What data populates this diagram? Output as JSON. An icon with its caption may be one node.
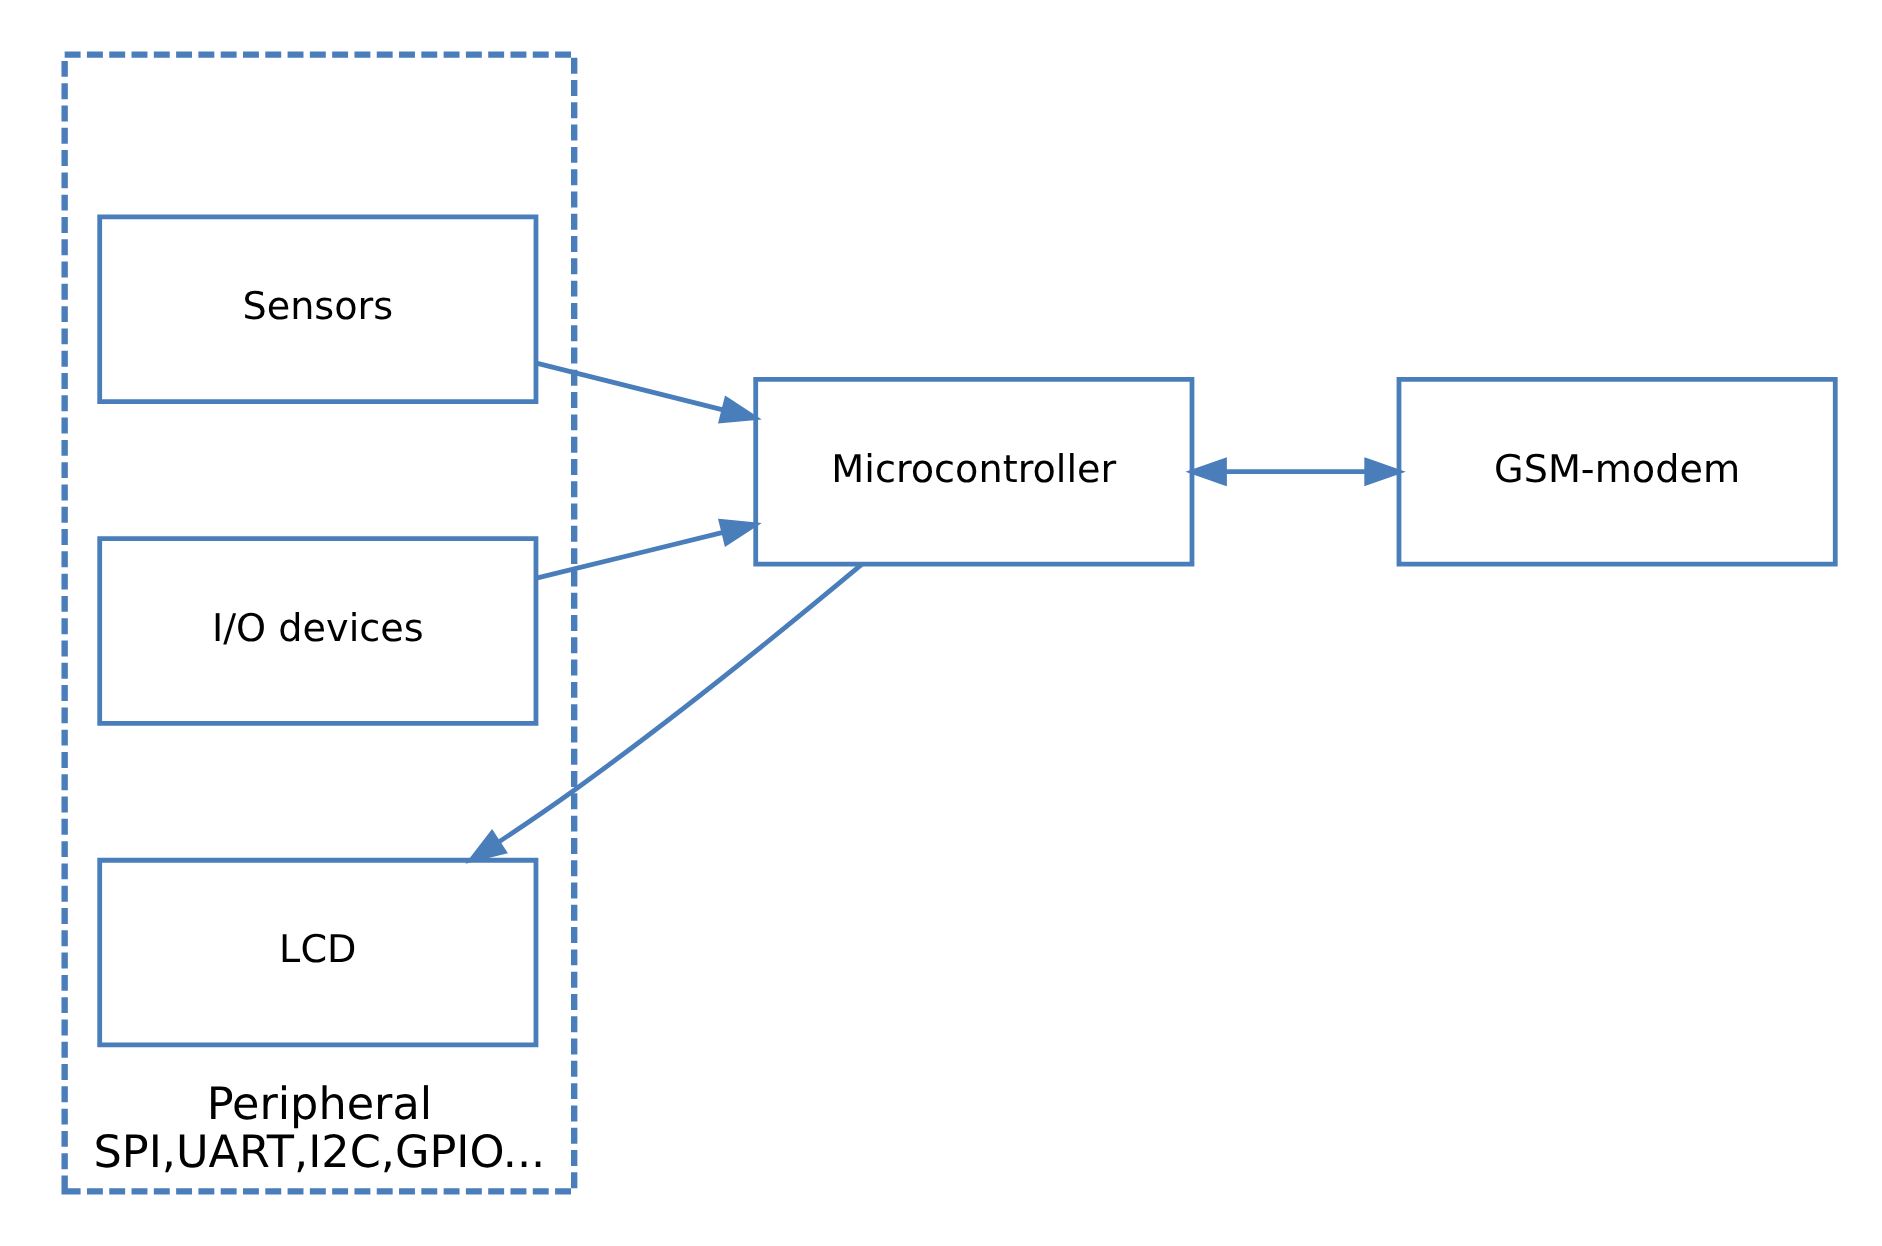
{
  "diagram": {
    "nodes": [
      {
        "text": [
          "Peripheral",
          "SPI,UART,I2C,GPIO..."
        ]
      },
      {
        "text": [
          "LCD"
        ],
        "in": 0
      },
      {
        "text": [
          "I/O devices"
        ],
        "in": 0
      },
      {
        "text": [
          "Sensors"
        ],
        "in": 0
      },
      {
        "text": [
          "Microcontroller"
        ]
      },
      {
        "text": [
          "GSM-modem"
        ]
      }
    ],
    "edges": [
      {
        "from": 4,
        "to": 1,
        "arrow": "to"
      },
      {
        "from": 2,
        "to": 4,
        "arrow": "to"
      },
      {
        "from": 3,
        "to": 4,
        "arrow": "to"
      },
      {
        "from": 4,
        "to": 5,
        "arrow": "both"
      }
    ]
  }
}
